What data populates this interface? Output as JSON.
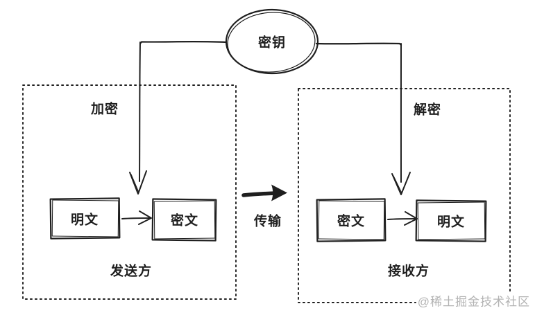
{
  "diagram": {
    "title_semantics": "symmetric-encryption-flow",
    "key": {
      "label": "密钥"
    },
    "sender": {
      "stage_label": "加密",
      "box1_label": "明文",
      "box2_label": "密文",
      "party_label": "发送方"
    },
    "receiver": {
      "stage_label": "解密",
      "box1_label": "密文",
      "box2_label": "明文",
      "party_label": "接收方"
    },
    "transport": {
      "label": "传输"
    },
    "watermark": "@稀土掘金技术社区",
    "colors": {
      "ink": "#1f1f1f",
      "watermark": "#b3b3b3",
      "background": "#ffffff"
    }
  }
}
